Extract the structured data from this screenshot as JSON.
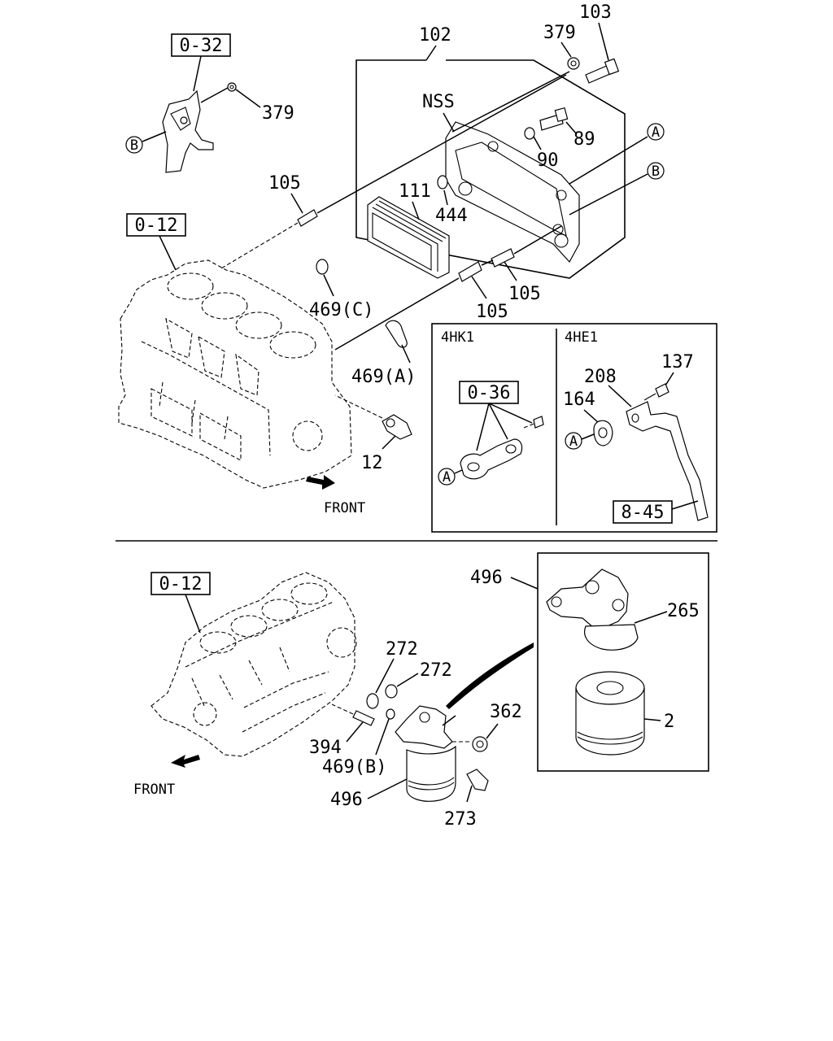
{
  "top_section": {
    "ref_boxes": {
      "upper_sensor": "0-32",
      "engine_block": "0-12"
    },
    "callouts": {
      "c102": "102",
      "c103": "103",
      "c379_top": "379",
      "c379_left": "379",
      "c_nss": "NSS",
      "c89": "89",
      "c90": "90",
      "c111": "111",
      "c444": "444",
      "c105_upper": "105",
      "c105_right": "105",
      "c105_lower": "105",
      "c469c": "469(C)",
      "c469a": "469(A)",
      "c12": "12"
    },
    "circle_markers": {
      "a": "A",
      "b": "B"
    },
    "front_label": "FRONT"
  },
  "variant_box": {
    "left_title": "4HK1",
    "right_title": "4HE1",
    "ref_box_left": "0-36",
    "ref_box_right": "8-45",
    "callouts": {
      "c208": "208",
      "c137": "137",
      "c164": "164"
    },
    "circle_markers": {
      "a": "A"
    }
  },
  "bottom_section": {
    "ref_box": "0-12",
    "callouts": {
      "c496_top": "496",
      "c265": "265",
      "c2": "2",
      "c272_a": "272",
      "c272_b": "272",
      "c362": "362",
      "c394": "394",
      "c469b": "469(B)",
      "c496_bottom": "496",
      "c273": "273"
    },
    "front_label": "FRONT"
  }
}
